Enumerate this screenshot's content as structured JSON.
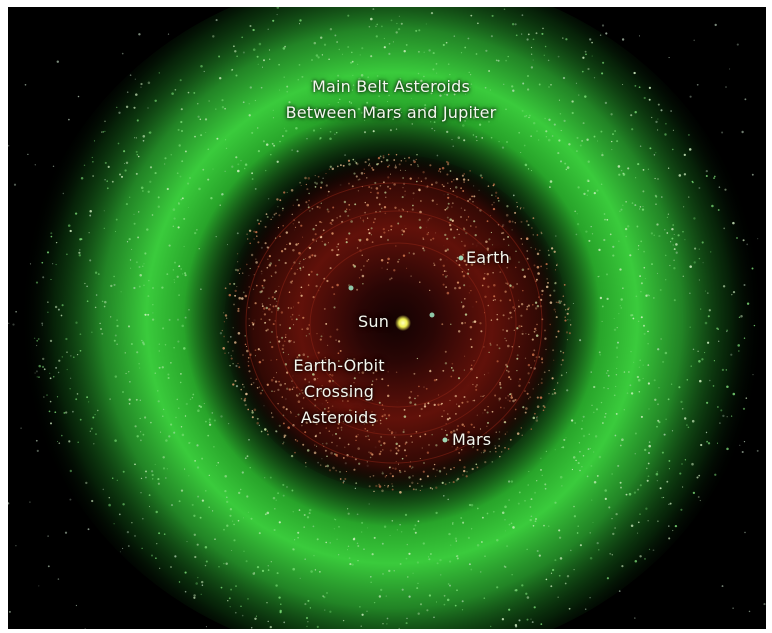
{
  "image": {
    "background_color": "#000000",
    "belt_color": "#39c43a",
    "inner_region_color": "#5a0d06",
    "sun_color": "#f3f25a",
    "planet_color": "#8fc7a8"
  },
  "labels": {
    "main_belt_line1": "Main Belt Asteroids",
    "main_belt_line2": "Between Mars and Jupiter",
    "earth": "Earth",
    "sun": "Sun",
    "crossing_line1": "Earth-Orbit",
    "crossing_line2": "Crossing",
    "crossing_line3": "Asteroids",
    "mars": "Mars"
  }
}
